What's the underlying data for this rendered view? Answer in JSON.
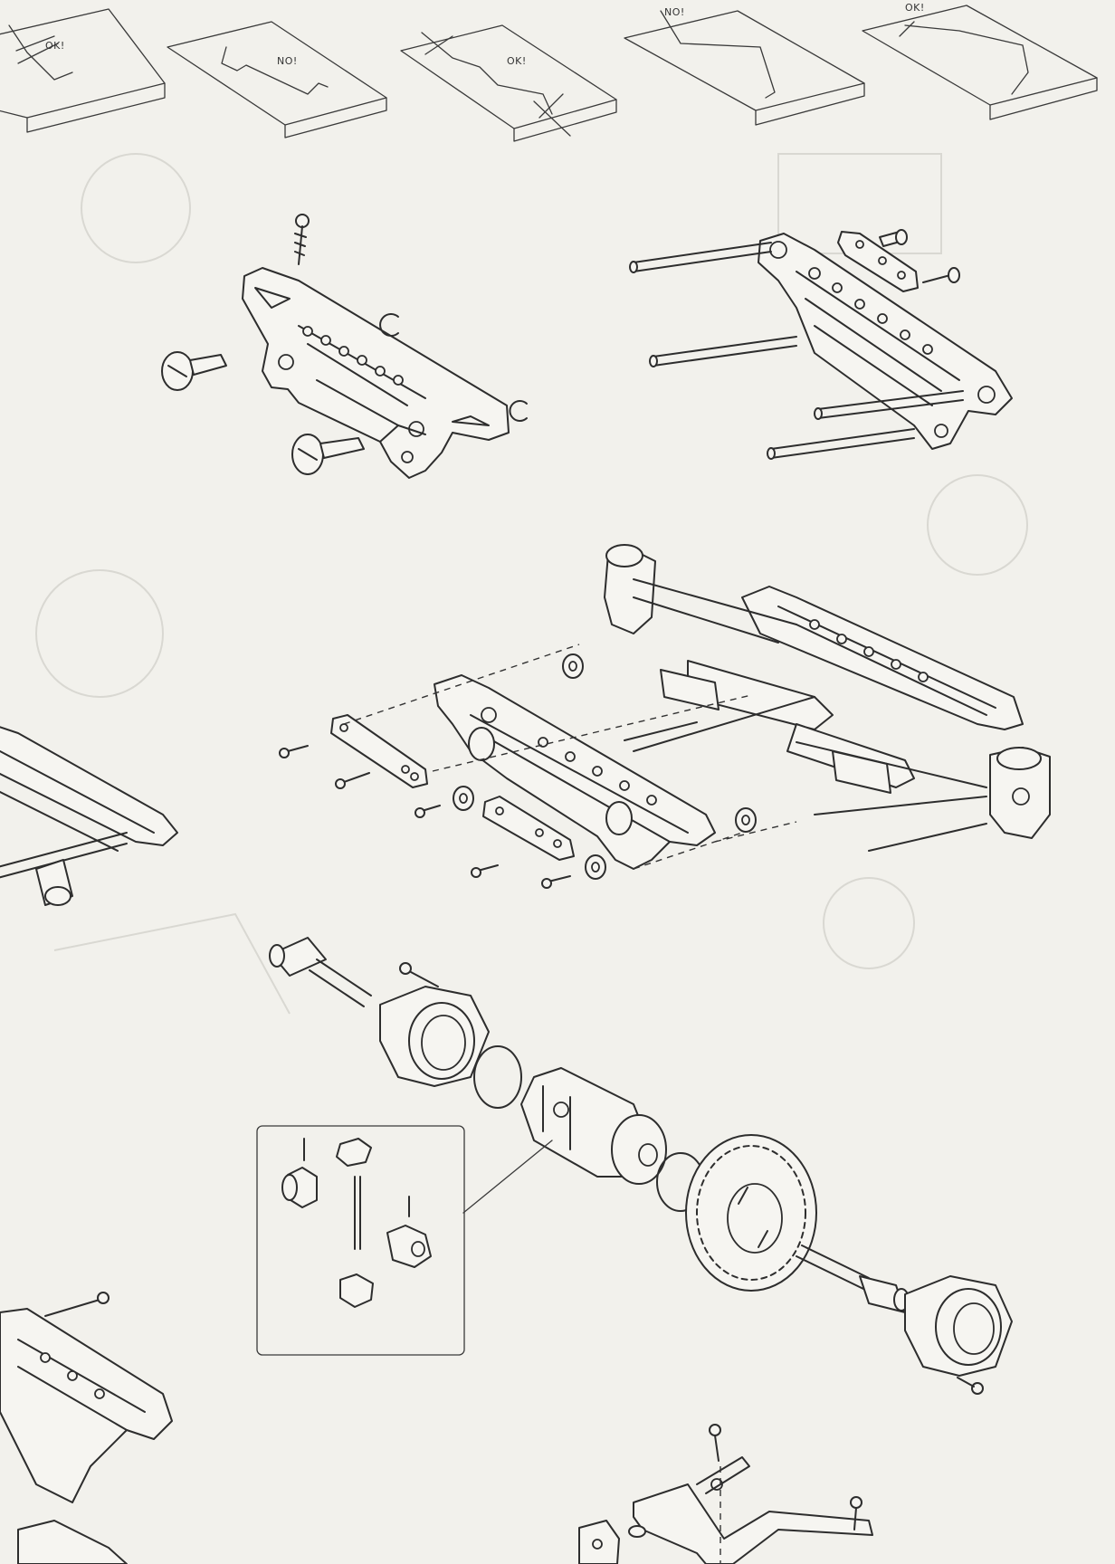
{
  "wire_tests": [
    {
      "label": "OK!"
    },
    {
      "label": "NO!"
    },
    {
      "label": "OK!"
    },
    {
      "label": "NO!"
    },
    {
      "label": "OK!"
    }
  ]
}
